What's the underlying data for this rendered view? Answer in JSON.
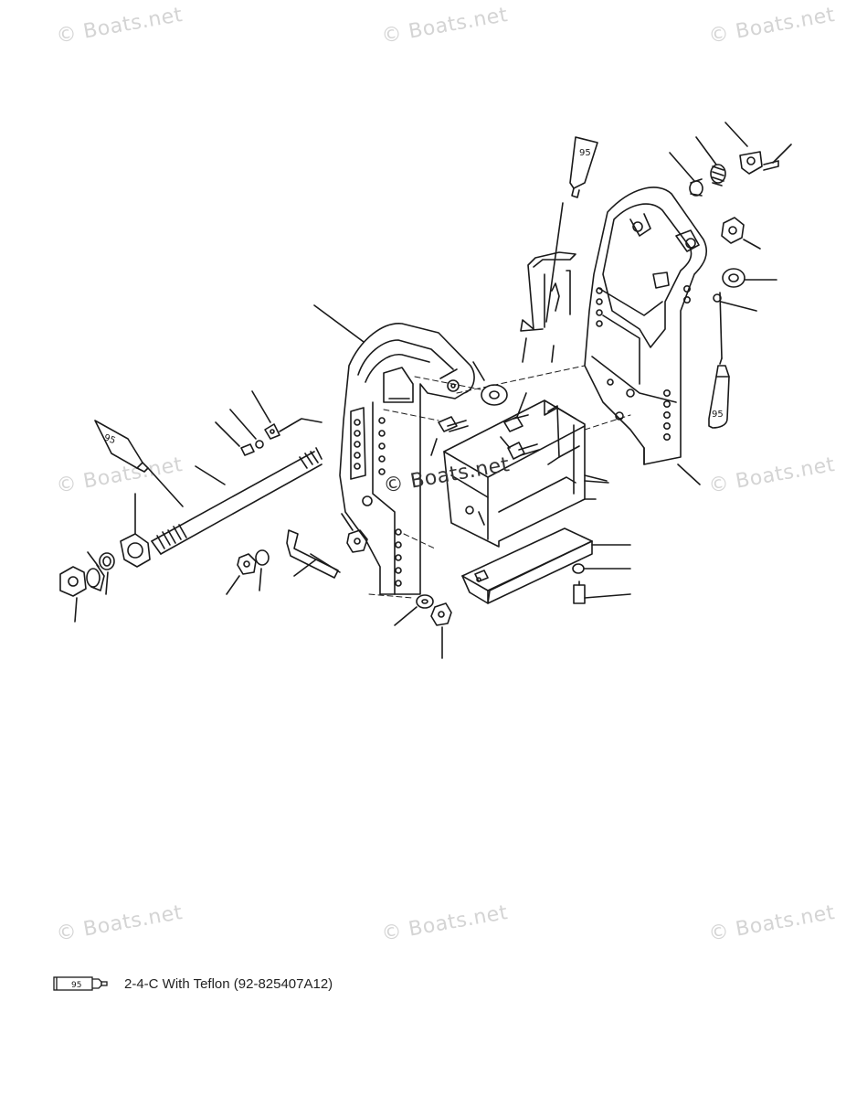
{
  "watermarks": {
    "tl": "© Boats.net",
    "tm": "© Boats.net",
    "tr": "© Boats.net",
    "ml": "© Boats.net",
    "center": "© Boats.net",
    "mr": "© Boats.net",
    "bl": "© Boats.net",
    "bm": "© Boats.net",
    "br": "© Boats.net"
  },
  "tube_label": "95",
  "legend": {
    "tube_label": "95",
    "text": "2-4-C With Teflon (92-825407A12)"
  },
  "colors": {
    "line": "#1a1a1a",
    "watermark": "#d4d4d4"
  }
}
